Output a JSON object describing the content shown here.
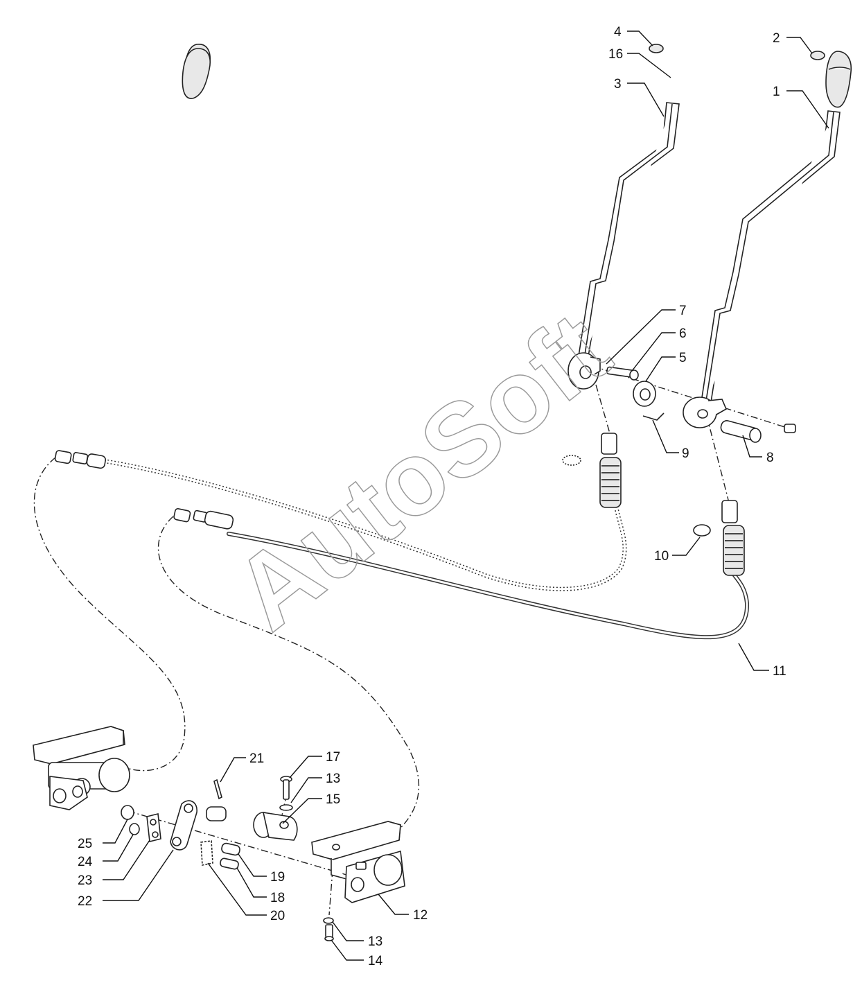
{
  "watermark": "AutoSoft",
  "callouts": [
    "1",
    "2",
    "3",
    "4",
    "5",
    "6",
    "7",
    "8",
    "9",
    "10",
    "11",
    "12",
    "13",
    "13",
    "14",
    "15",
    "16",
    "17",
    "18",
    "19",
    "20",
    "21",
    "22",
    "23",
    "24",
    "25"
  ]
}
